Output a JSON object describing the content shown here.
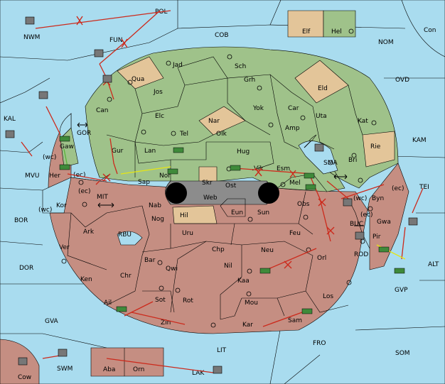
{
  "colors": {
    "sea": "#a9dcef",
    "player_green": "#9fc28a",
    "player_brown": "#c58e82",
    "neutral_tan": "#e3c599",
    "impassable": "#8c8c8c",
    "move_order": "#cc2a1c",
    "support_order": "#e6e614",
    "support_green": "#5ab43a"
  },
  "sea_labels": [
    "NWM",
    "POL",
    "COB",
    "FUN",
    "NOM",
    "Con",
    "OVD",
    "KAL",
    "GOR",
    "MVU",
    "KAM",
    "MIT",
    "BOR",
    "RBU",
    "SMA",
    "TEI",
    "BUC",
    "ROD",
    "ALT",
    "DOR",
    "GVA",
    "GVP",
    "FRO",
    "SOM",
    "LIT",
    "SWM",
    "LAK",
    "Cow",
    "Elf",
    "Hel"
  ],
  "land_labels": [
    "Jad",
    "Sch",
    "Qua",
    "Jos",
    "Grh",
    "Eld",
    "Can",
    "Yok",
    "Car",
    "Elc",
    "Nar",
    "Uta",
    "Kat",
    "Tel",
    "Olk",
    "Amp",
    "Gaw",
    "Gur",
    "Hug",
    "Rie",
    "Lan",
    "Bri",
    "Esm",
    "(wc)",
    "Her",
    "(ec)",
    "Sap",
    "Nor",
    "Vik",
    "Mel",
    "Skr",
    "Ost",
    "Byn",
    "Web",
    "Kor",
    "Nab",
    "Eun",
    "Sun",
    "Obs",
    "Gwa",
    "(wc)",
    "Hil",
    "Nog",
    "Pir",
    "Ark",
    "Uru",
    "Feu",
    "Ver",
    "Chp",
    "Neu",
    "Orl",
    "Bar",
    "Qwi",
    "Nil",
    "Ken",
    "Chr",
    "Kaa",
    "Ail",
    "Sot",
    "Rot",
    "Mou",
    "Los",
    "Zin",
    "Kar",
    "Sam",
    "Aba",
    "Orn",
    "(ec)",
    "(ec)",
    "(wc)",
    "(ec)"
  ],
  "units": [
    "army-lan",
    "army-nor",
    "army-gaw",
    "army-her",
    "army-mel",
    "army-vik",
    "army-pir",
    "army-gvp",
    "army-kaa",
    "army-ail",
    "army-sam",
    "fleet-nwm",
    "fleet-fun",
    "fleet-can",
    "fleet-gyb",
    "fleet-kal",
    "fleet-sma",
    "fleet-bor-sea",
    "fleet-hup",
    "fleet-rod",
    "fleet-swm",
    "fleet-cow",
    "fleet-lak",
    "fleet-byn"
  ],
  "orders_summary": "move arrows, support lines, cut moves"
}
